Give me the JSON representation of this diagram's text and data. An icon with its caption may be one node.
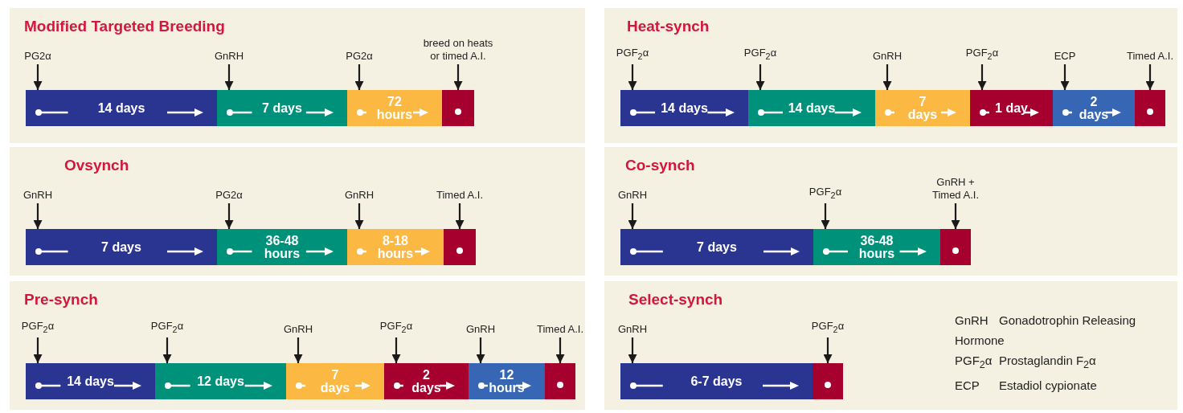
{
  "diagram": {
    "nodes": [
      {
        "text": [
          "Modified Targeted Breeding"
        ]
      },
      {
        "text": [
          "PG2α"
        ],
        "in": 0
      },
      {
        "text": [
          "GnRH"
        ],
        "in": 0
      },
      {
        "text": [
          "PG2α"
        ],
        "in": 0
      },
      {
        "text": [
          "breed on heats or timed A.I."
        ],
        "in": 0
      },
      {
        "text": [
          "14 days"
        ],
        "in": 0
      },
      {
        "text": [
          "7 days"
        ],
        "in": 0
      },
      {
        "text": [
          "72 hours"
        ],
        "in": 0
      },
      {
        "text": [],
        "shape": "bar",
        "in": 0
      },
      {
        "text": [
          "Heat-synch"
        ]
      },
      {
        "text": [
          "PGF$_{2}$α"
        ],
        "in": 9
      },
      {
        "text": [
          "PGF$_{2}$α"
        ],
        "in": 9
      },
      {
        "text": [
          "GnRH"
        ],
        "in": 9
      },
      {
        "text": [
          "PGF$_{2}$α"
        ],
        "in": 9
      },
      {
        "text": [
          "ECP"
        ],
        "in": 9
      },
      {
        "text": [
          "Timed A.I."
        ],
        "in": 9
      },
      {
        "text": [
          "14 days"
        ],
        "in": 9
      },
      {
        "text": [
          "14 days"
        ],
        "in": 9
      },
      {
        "text": [
          "7 days"
        ],
        "in": 9
      },
      {
        "text": [
          "1 day"
        ],
        "in": 9
      },
      {
        "text": [
          "2 days"
        ],
        "in": 9
      },
      {
        "text": [],
        "shape": "bar",
        "in": 9
      },
      {
        "text": [
          "Ovsynch"
        ]
      },
      {
        "text": [
          "GnRH"
        ],
        "in": 22
      },
      {
        "text": [
          "PG2α"
        ],
        "in": 22
      },
      {
        "text": [
          "GnRH"
        ],
        "in": 22
      },
      {
        "text": [
          "Timed A.I."
        ],
        "in": 22
      },
      {
        "text": [
          "7 days"
        ],
        "in": 22
      },
      {
        "text": [
          "36-48 hours"
        ],
        "in": 22
      },
      {
        "text": [
          "8-18 hours"
        ],
        "in": 22
      },
      {
        "text": [],
        "shape": "bar",
        "in": 22
      },
      {
        "text": [
          "Co-synch"
        ]
      },
      {
        "text": [
          "GnRH"
        ],
        "in": 31
      },
      {
        "text": [
          "PGF$_{2}$α"
        ],
        "in": 31
      },
      {
        "text": [
          "GnRH + Timed A.I."
        ],
        "in": 31
      },
      {
        "text": [
          "7 days"
        ],
        "in": 31
      },
      {
        "text": [
          "36-48 hours"
        ],
        "in": 31
      },
      {
        "text": [],
        "shape": "bar",
        "in": 31
      },
      {
        "text": [
          "Pre-synch"
        ]
      },
      {
        "text": [
          "PGF$_{2}$α"
        ],
        "in": 38
      },
      {
        "text": [
          "PGF$_{2}$α"
        ],
        "in": 38
      },
      {
        "text": [
          "GnRH"
        ],
        "in": 38
      },
      {
        "text": [
          "PGF$_{2}$α"
        ],
        "in": 38
      },
      {
        "text": [
          "GnRH"
        ],
        "in": 38
      },
      {
        "text": [
          "Timed A.I."
        ],
        "in": 38
      },
      {
        "text": [
          "14 days"
        ],
        "in": 38
      },
      {
        "text": [
          "12 days"
        ],
        "in": 38
      },
      {
        "text": [
          "7 days"
        ],
        "in": 38
      },
      {
        "text": [
          "2 days"
        ],
        "in": 38
      },
      {
        "text": [
          "12 hours"
        ],
        "in": 38
      },
      {
        "text": [],
        "shape": "bar",
        "in": 38
      },
      {
        "text": [
          "Select-synch"
        ]
      },
      {
        "text": [
          "GnRH"
        ],
        "in": 51
      },
      {
        "text": [
          "PGF$_{2}$α"
        ],
        "in": 51
      },
      {
        "text": [
          "6-7 days"
        ],
        "in": 51
      },
      {
        "text": [],
        "shape": "bar",
        "in": 51
      }
    ],
    "edges": [
      {
        "from": 1,
        "to": 5,
        "arrow": "to"
      },
      {
        "from": 2,
        "to": 6,
        "arrow": "to"
      },
      {
        "from": 3,
        "to": 7,
        "arrow": "to"
      },
      {
        "from": 4,
        "to": 8,
        "arrow": "to"
      },
      {
        "from": 10,
        "to": 16,
        "arrow": "to"
      },
      {
        "from": 11,
        "to": 17,
        "arrow": "to"
      },
      {
        "from": 12,
        "to": 18,
        "arrow": "to"
      },
      {
        "from": 13,
        "to": 19,
        "arrow": "to"
      },
      {
        "from": 14,
        "to": 20,
        "arrow": "to"
      },
      {
        "from": 15,
        "to": 21,
        "arrow": "to"
      },
      {
        "from": 23,
        "to": 27,
        "arrow": "to"
      },
      {
        "from": 24,
        "to": 28,
        "arrow": "to"
      },
      {
        "from": 25,
        "to": 29,
        "arrow": "to"
      },
      {
        "from": 26,
        "to": 30,
        "arrow": "to"
      },
      {
        "from": 32,
        "to": 35,
        "arrow": "to"
      },
      {
        "from": 33,
        "to": 36,
        "arrow": "to"
      },
      {
        "from": 34,
        "to": 37,
        "arrow": "to"
      },
      {
        "from": 39,
        "to": 45,
        "arrow": "to"
      },
      {
        "from": 40,
        "to": 46,
        "arrow": "to"
      },
      {
        "from": 41,
        "to": 47,
        "arrow": "to"
      },
      {
        "from": 42,
        "to": 48,
        "arrow": "to"
      },
      {
        "from": 43,
        "to": 49,
        "arrow": "to"
      },
      {
        "from": 44,
        "to": 50,
        "arrow": "to"
      },
      {
        "from": 52,
        "to": 54,
        "arrow": "to"
      },
      {
        "from": 53,
        "to": 55,
        "arrow": "to"
      }
    ],
    "labels": [
      "GnRH",
      "Gonadotrophin Releasing Hormone",
      "PGF$_{2}$α",
      "Prostaglandin F$_{2}$α",
      "ECP",
      "Estadiol cypionate"
    ]
  }
}
